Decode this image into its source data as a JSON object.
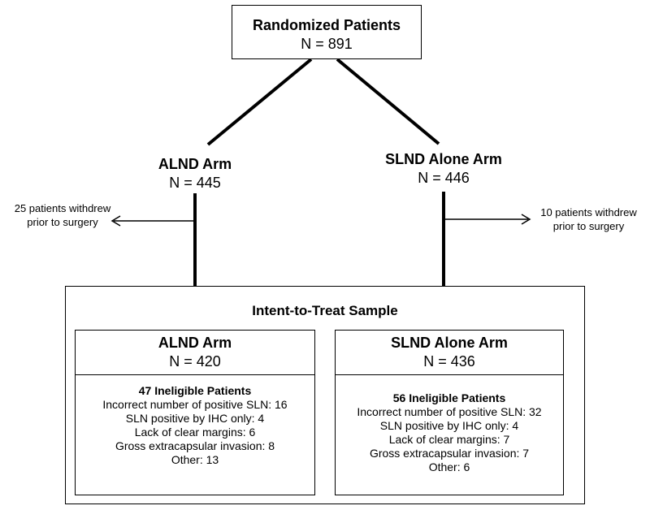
{
  "randomized": {
    "title": "Randomized Patients",
    "n": "N = 891"
  },
  "alnd": {
    "title": "ALND Arm",
    "n": "N = 445"
  },
  "slnd": {
    "title": "SLND Alone Arm",
    "n": "N = 446"
  },
  "withdrew_left": {
    "line1": "25 patients withdrew",
    "line2": "prior to surgery"
  },
  "withdrew_right": {
    "line1": "10 patients withdrew",
    "line2": "prior to surgery"
  },
  "itt": {
    "title": "Intent-to-Treat Sample"
  },
  "alnd_itt": {
    "title": "ALND Arm",
    "n": "N = 420",
    "ineligible_title": "47 Ineligible Patients",
    "reasons": [
      "Incorrect number of positive SLN: 16",
      "SLN positive by IHC only: 4",
      "Lack of clear margins: 6",
      "Gross extracapsular invasion: 8",
      "Other: 13"
    ]
  },
  "slnd_itt": {
    "title": "SLND Alone Arm",
    "n": "N = 436",
    "ineligible_title": "56 Ineligible Patients",
    "reasons": [
      "Incorrect number of positive SLN: 32",
      "SLN positive by IHC only: 4",
      "Lack of clear margins: 7",
      "Gross extracapsular invasion: 7",
      "Other: 6"
    ]
  }
}
